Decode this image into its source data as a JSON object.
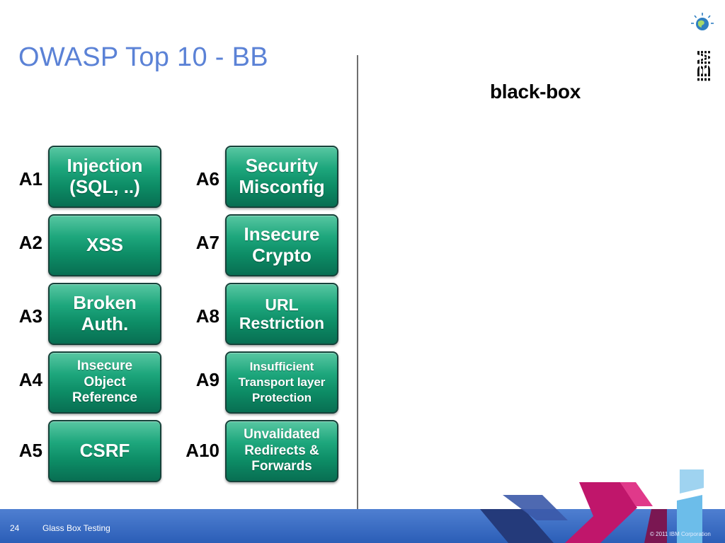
{
  "slide": {
    "title": "OWASP Top 10 - BB",
    "subtitle": "black-box"
  },
  "items": [
    {
      "id": "A1",
      "text": "Injection\n(SQL, ..)"
    },
    {
      "id": "A2",
      "text": "XSS"
    },
    {
      "id": "A3",
      "text": "Broken\nAuth."
    },
    {
      "id": "A4",
      "text": "Insecure\nObject\nReference"
    },
    {
      "id": "A5",
      "text": "CSRF"
    },
    {
      "id": "A6",
      "text": "Security\nMisconfig"
    },
    {
      "id": "A7",
      "text": "Insecure\nCrypto"
    },
    {
      "id": "A8",
      "text": "URL\nRestriction"
    },
    {
      "id": "A9",
      "text": "Insufficient\nTransport layer\nProtection"
    },
    {
      "id": "A10",
      "text": "Unvalidated\nRedirects &\nForwards"
    }
  ],
  "footer": {
    "page_number": "24",
    "presentation_name": "Glass Box Testing",
    "copyright": "© 2011 IBM Corporation"
  },
  "colors": {
    "title": "#5b82d6",
    "box_fill": "#0d8d66",
    "box_border": "#16423a",
    "footer_bar": "#2b5eb7",
    "deco_magenta": "#c0166b",
    "deco_navy": "#243a7a",
    "deco_cyan": "#9fd3f0"
  },
  "logo": {
    "icon": "ibm-logo-icon",
    "text": "IBM"
  }
}
